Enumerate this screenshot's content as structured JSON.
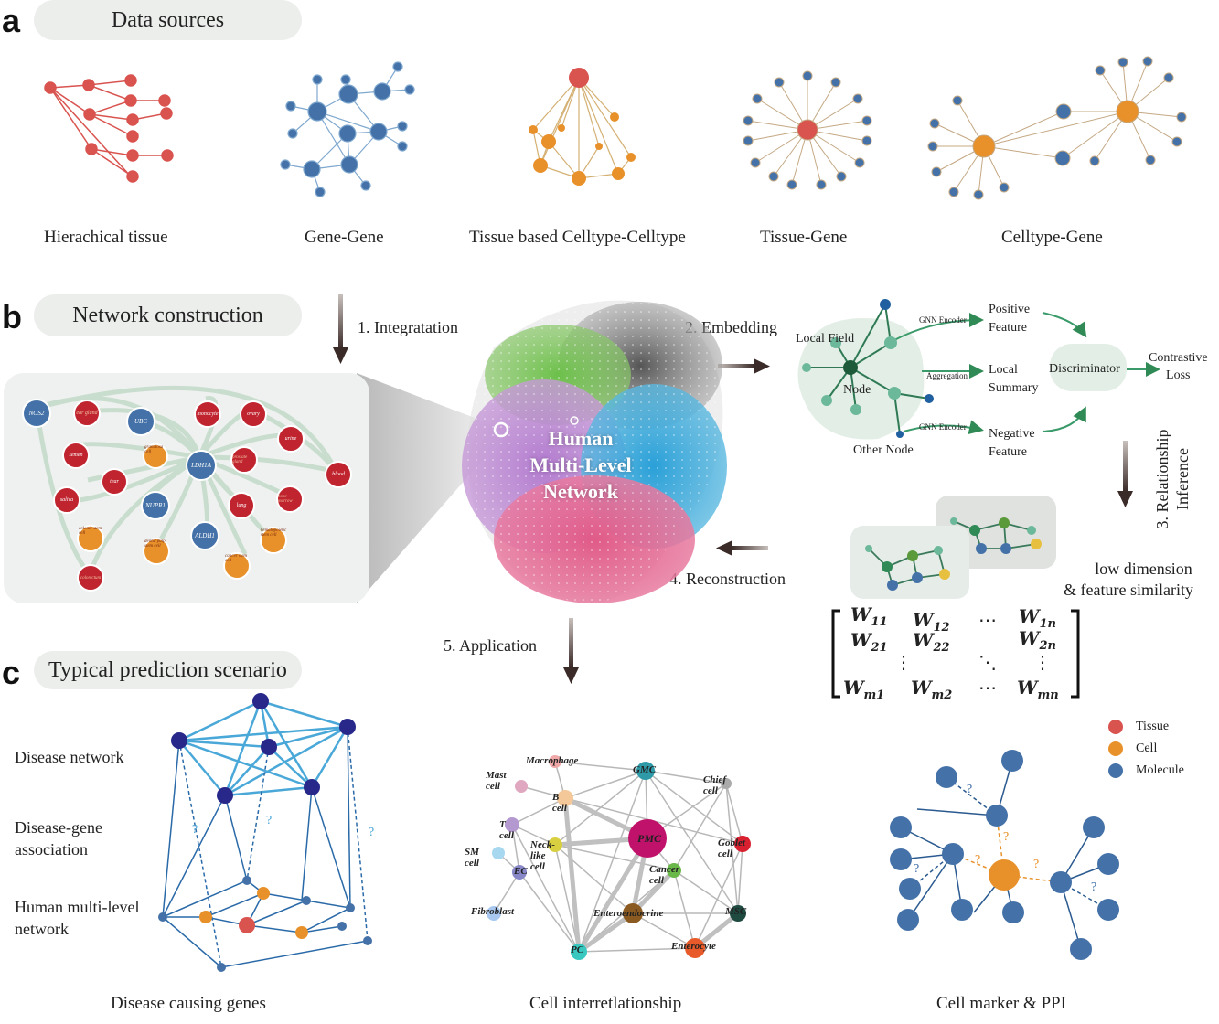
{
  "panels": {
    "a": {
      "letter": "a",
      "title": "Data sources",
      "captions": [
        "Hierachical tissue",
        "Gene-Gene",
        "Tissue based Celltype-Celltype",
        "Tissue-Gene",
        "Celltype-Gene"
      ]
    },
    "b": {
      "letter": "b",
      "title": "Network construction"
    },
    "c": {
      "letter": "c",
      "title": "Typical prediction scenario"
    }
  },
  "steps": {
    "integration": "1. Integratation",
    "embedding": "2. Embedding",
    "inference_line1": "3. Relationship",
    "inference_line2": "Inference",
    "reconstruction": "4. Reconstruction",
    "application": "5. Application"
  },
  "center_network": {
    "line1": "Human",
    "line2": "Multi-Level",
    "line3": "Network"
  },
  "embedding": {
    "local_field": "Local Field",
    "node": "Node",
    "other_node": "Other Node",
    "gnn_encoder_top": "GNN Encoder",
    "aggregation": "Aggregation",
    "gnn_encoder_bottom": "GNN Encoder",
    "positive_1": "Positive",
    "positive_2": "Feature",
    "local_1": "Local",
    "local_2": "Summary",
    "negative_1": "Negative",
    "negative_2": "Feature",
    "discriminator": "Discriminator",
    "contrastive_1": "Contrastive",
    "contrastive_2": "Loss",
    "similarity_1": "low dimension",
    "similarity_2": "& feature similarity"
  },
  "matrix": {
    "row1": [
      "W",
      "11",
      "W",
      "12",
      "⋯",
      "W",
      "1n"
    ],
    "cells": {
      "w11": "11",
      "w12": "12",
      "w1n": "1n",
      "w21": "21",
      "w22": "22",
      "w2n": "2n",
      "wm1": "m1",
      "wm2": "m2",
      "wmn": "mn",
      "base": "W",
      "hdots": "⋯",
      "vdots": "⋮",
      "ddots": "⋱"
    }
  },
  "zoom_labels": {
    "nos2": "NOS2",
    "ubc": "UBC",
    "ldhia": "LDH1A",
    "nupr1": "NUPR1",
    "aldh1": "ALDH1",
    "semen": "semen",
    "tear": "tear",
    "saliva": "saliva",
    "monocyte": "monocyte",
    "ovary": "ovary",
    "urine": "urine",
    "blood": "blood",
    "lung": "lung",
    "colorectum": "colorectum",
    "ear_gland": "ear gland",
    "prostate_gland": "prostate gland",
    "bone_marrow": "bone marrow",
    "granulosa": "granulosa cell",
    "colonic": "colonic stem cell",
    "dental": "dental pulp stem cell",
    "hematopoietic": "hematopoietic stem cell",
    "cancer_stem": "cancer stem cell"
  },
  "panel_c": {
    "disease_network": "Disease network",
    "disease_gene_1": "Disease-gene",
    "disease_gene_2": "association",
    "human_ml_1": "Human multi-level",
    "human_ml_2": "network",
    "captions": [
      "Disease causing genes",
      "Cell interretlationship",
      "Cell marker & PPI"
    ],
    "question": "?"
  },
  "cell_network": {
    "macrophage": "Macrophage",
    "mast": "Mast cell",
    "b_cell": "B cell",
    "gmc": "GMC",
    "chief": "Chief cell",
    "t_cell": "T cell",
    "neck": "Neck-like cell",
    "pmc": "PMC",
    "goblet": "Goblet cell",
    "sm": "SM cell",
    "ec": "EC",
    "cancer": "Cancer cell",
    "fibroblast": "Fibroblast",
    "entero": "Enteroendocrine",
    "msc": "MSC",
    "pc": "PC",
    "enterocyte": "Enterocyte"
  },
  "legend": {
    "items": [
      {
        "label": "Tissue",
        "color": "#d9534f"
      },
      {
        "label": "Cell",
        "color": "#e8912a"
      },
      {
        "label": "Molecule",
        "color": "#4472a8"
      }
    ]
  },
  "colors": {
    "tissue": "#d9534f",
    "cell": "#e8912a",
    "molecule": "#4472a8",
    "red_edge": "#c94a4a",
    "disease_node": "#27288a",
    "disease_edge": "#4aa8d8"
  }
}
